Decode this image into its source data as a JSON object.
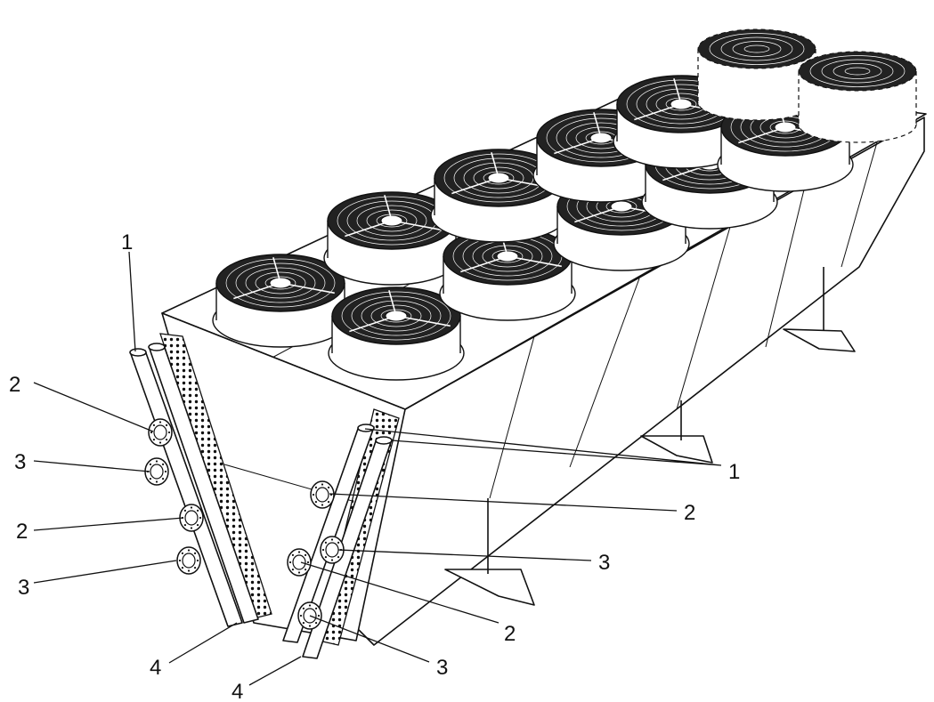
{
  "diagram": {
    "subject": "dry cooler unit with two rows of axial fans and connection headers",
    "callouts": [
      {
        "id": "c1-left",
        "label": "1"
      },
      {
        "id": "c2-left-a",
        "label": "2"
      },
      {
        "id": "c3-left-a",
        "label": "3"
      },
      {
        "id": "c2-left-b",
        "label": "2"
      },
      {
        "id": "c3-left-b",
        "label": "3"
      },
      {
        "id": "c4-left",
        "label": "4"
      },
      {
        "id": "c1-right",
        "label": "1"
      },
      {
        "id": "c2-right-a",
        "label": "2"
      },
      {
        "id": "c3-right-a",
        "label": "3"
      },
      {
        "id": "c2-right-b",
        "label": "2"
      },
      {
        "id": "c3-right-b",
        "label": "3"
      },
      {
        "id": "c4-right",
        "label": "4"
      }
    ],
    "fan_count": 12,
    "dashed_fan_outlines": 2
  }
}
